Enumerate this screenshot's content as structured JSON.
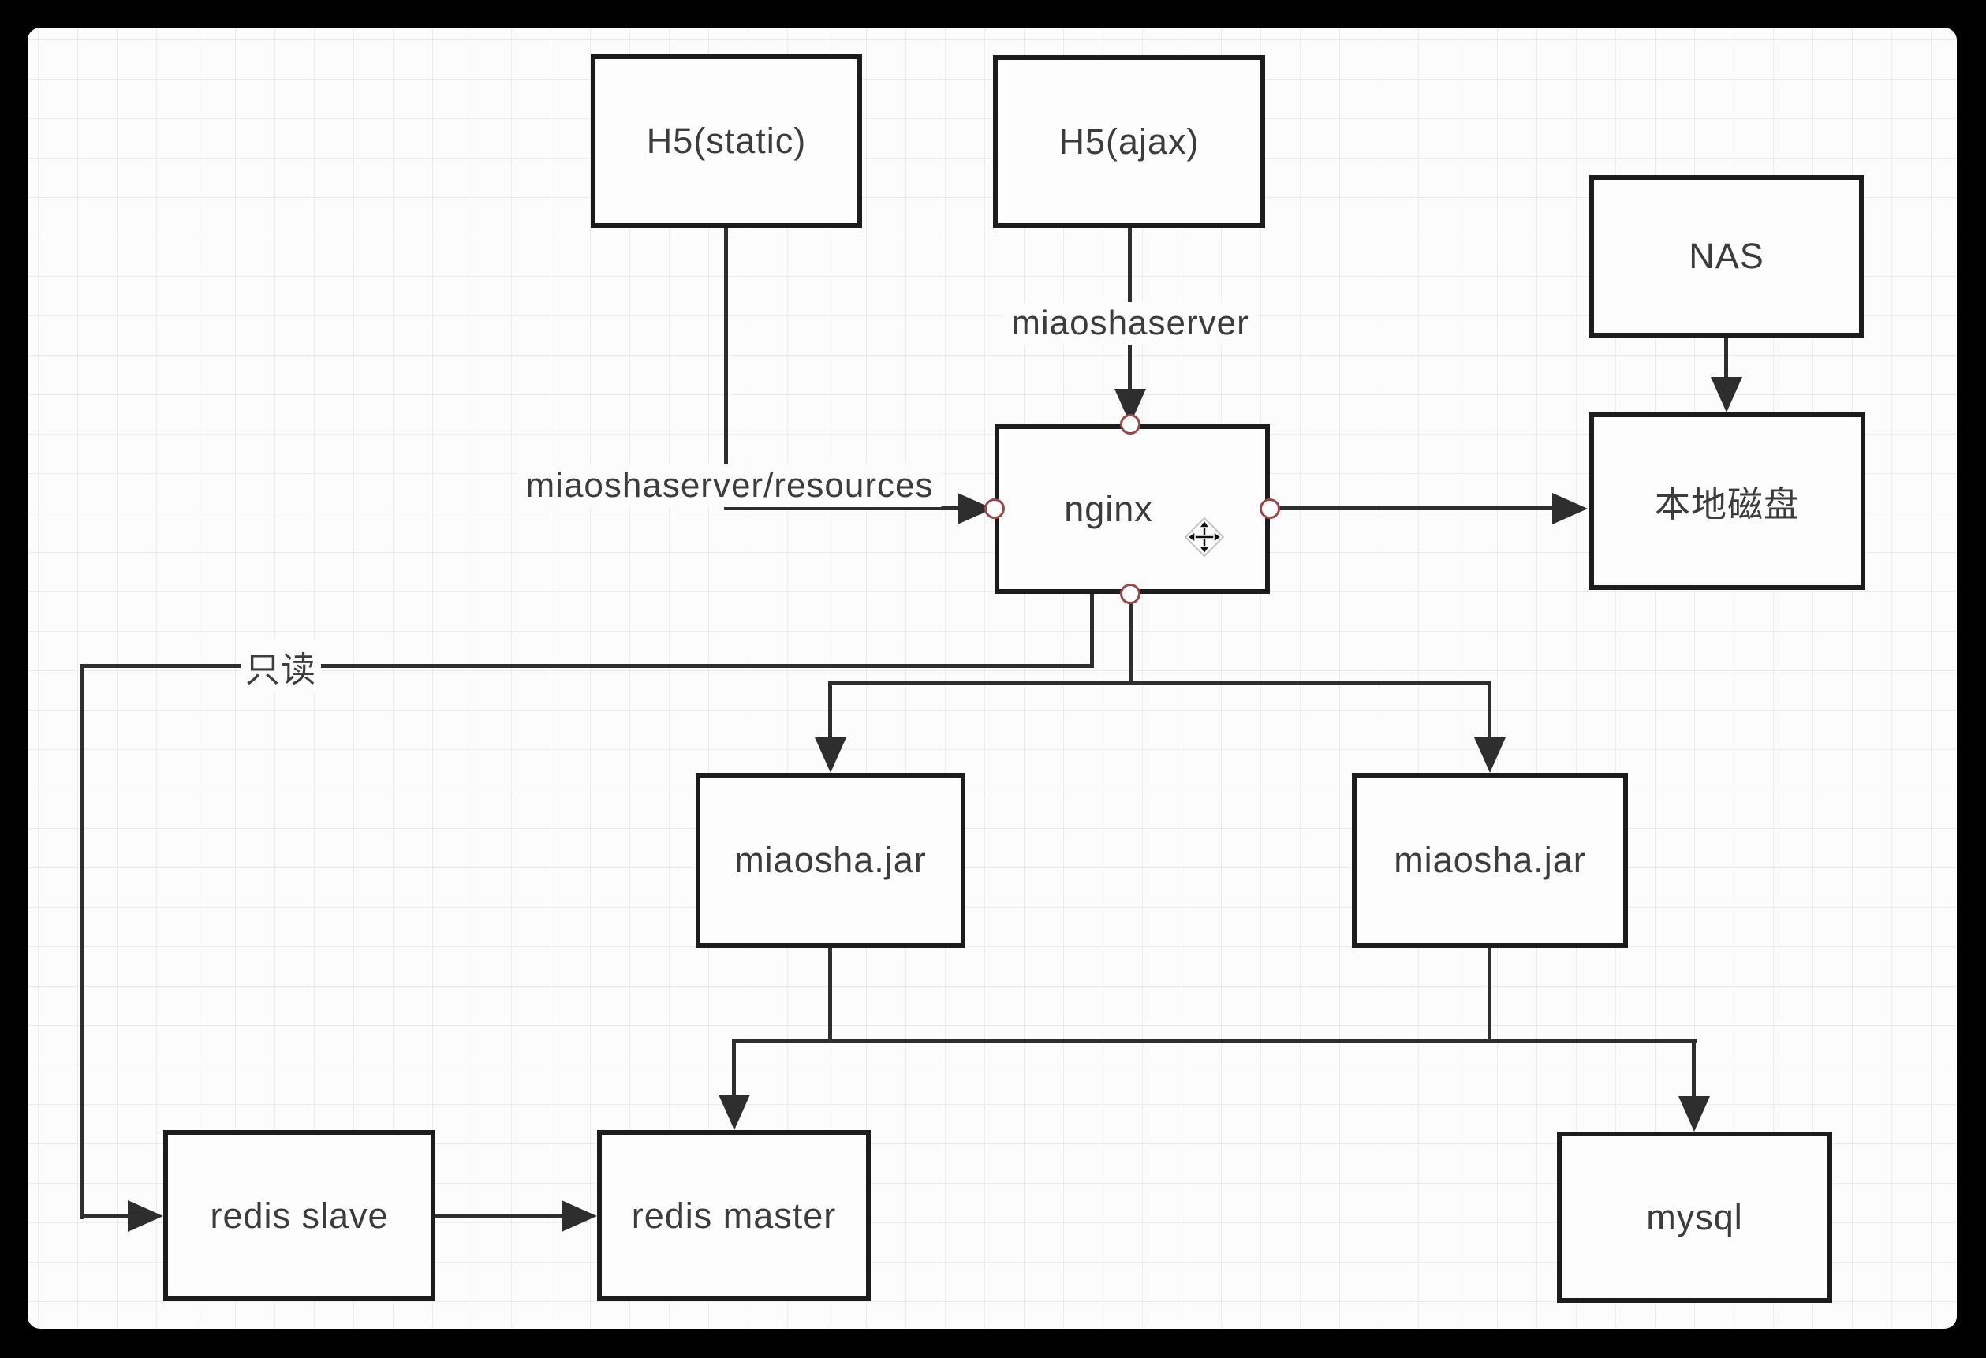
{
  "app": {
    "frame_color": "#000000",
    "canvas_bg": "#fcfcfc",
    "grid_color": "#ececec",
    "line_color": "#2e2e2e",
    "box_border_color": "#1c1c1c",
    "connection_point_color": "#9a4747"
  },
  "icons": {
    "cursor": "move-cursor"
  },
  "nodes": [
    {
      "label": "H5(static)"
    },
    {
      "label": "H5(ajax)"
    },
    {
      "label": "NAS"
    },
    {
      "label": "nginx"
    },
    {
      "label": "本地磁盘"
    },
    {
      "label": "miaosha.jar"
    },
    {
      "label": "miaosha.jar"
    },
    {
      "label": "redis slave"
    },
    {
      "label": "redis master"
    },
    {
      "label": "mysql"
    }
  ],
  "edge_labels": [
    {
      "text": "miaoshaserver"
    },
    {
      "text": "miaoshaserver/resources"
    },
    {
      "text": "只读"
    }
  ]
}
